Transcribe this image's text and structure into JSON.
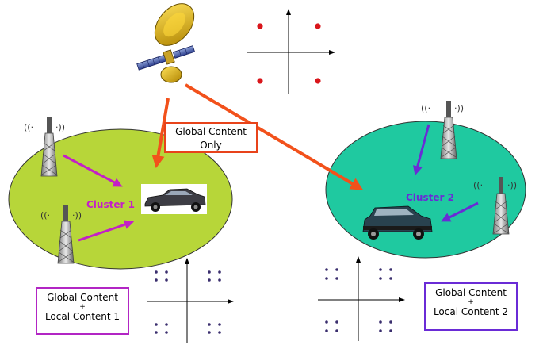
{
  "global_box": {
    "line1": "Global Content",
    "line2": "Only"
  },
  "cluster1": {
    "label": "Cluster 1"
  },
  "cluster2": {
    "label": "Cluster 2"
  },
  "left_box": {
    "line1": "Global Content",
    "line2": "+",
    "line3": "Local Content 1"
  },
  "right_box": {
    "line1": "Global Content",
    "line2": "+",
    "line3": "Local Content 2"
  },
  "colors": {
    "cluster1_fill": "#b7d639",
    "cluster2_fill": "#1fc9a0",
    "satellite_arrow": "#f2511b",
    "cluster1_arrow": "#c41fc7",
    "cluster2_arrow": "#6a2bd6",
    "constellation_point": "#d9161b",
    "constellation_point_dense": "#3a2e6e"
  }
}
